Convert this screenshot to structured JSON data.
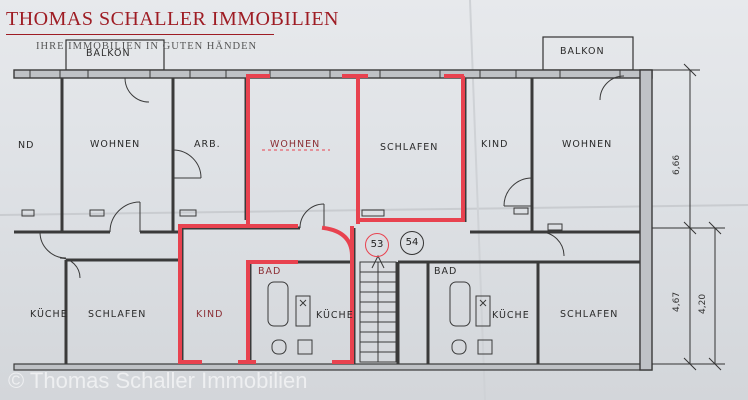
{
  "branding": {
    "company": "Thomas Schaller Immobilien",
    "tagline": "IHRE IMMOBILIEN IN GUTEN HÄNDEN",
    "copyright": "© Thomas Schaller Immobilien"
  },
  "colors": {
    "brand_red": "#9e1c24",
    "highlight": "#e8424f",
    "wall": "#3a3a3a"
  },
  "balconies": [
    "BALKON",
    "BALKON"
  ],
  "rooms": {
    "left_wohnen_partial": "ND",
    "left_wohnen": "WOHNEN",
    "arb": "ARB.",
    "unit_wohnen": "WOHNEN",
    "unit_schlafen": "SCHLAFEN",
    "right_kind": "KIND",
    "right_wohnen": "WOHNEN",
    "left_kueche": "KÜCHE",
    "left_schlafen": "SCHLAFEN",
    "unit_kind": "KIND",
    "unit_bad": "BAD",
    "unit_kueche": "KÜCHE",
    "right_bad": "BAD",
    "right_kueche": "KÜCHE",
    "right_schlafen": "SCHLAFEN"
  },
  "units": [
    "53",
    "54"
  ],
  "dimensions": [
    "6,66",
    "4,67",
    "4,20"
  ]
}
